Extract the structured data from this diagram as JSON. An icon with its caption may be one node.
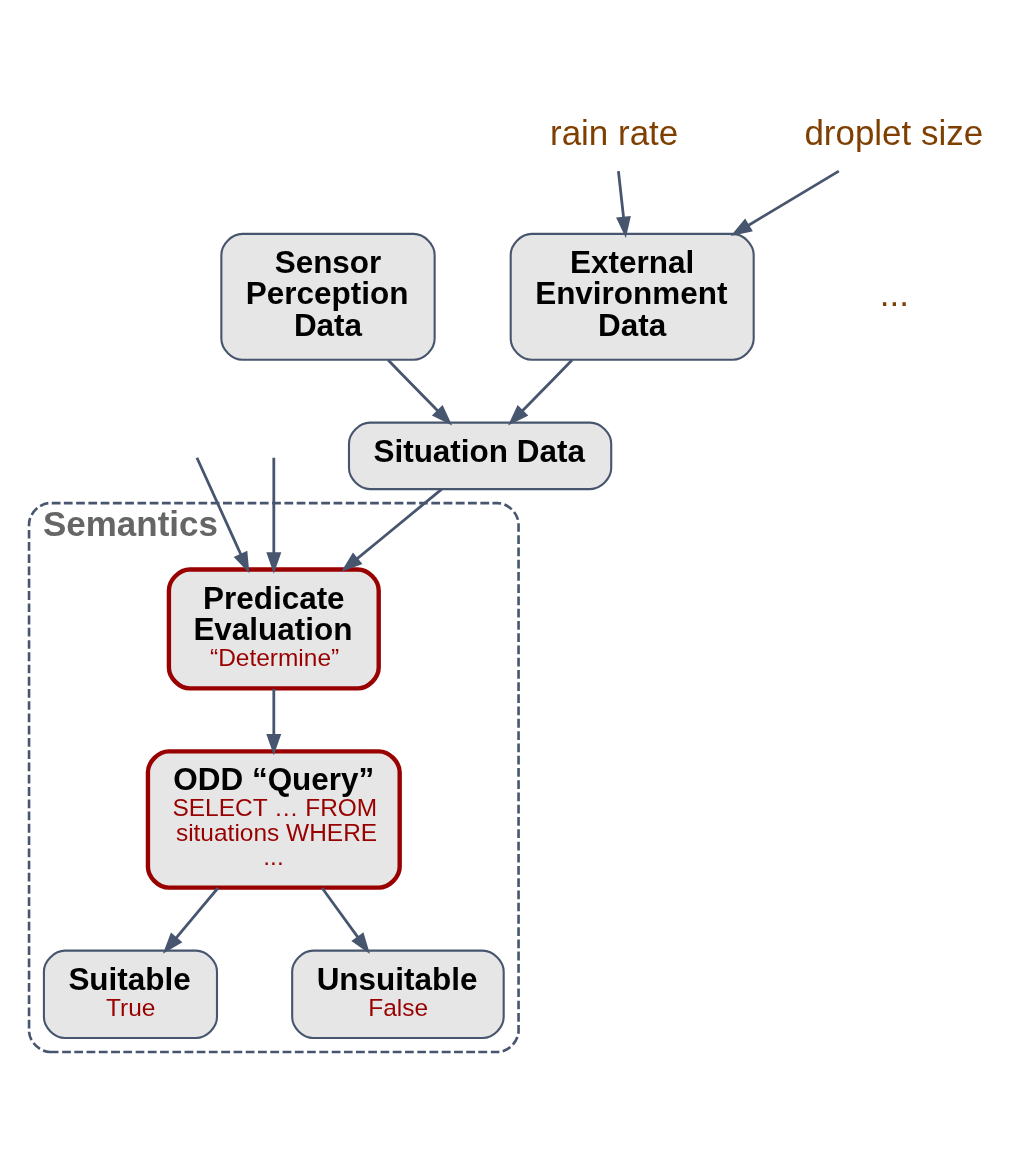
{
  "diagram": {
    "nodes": [
      {
        "text": [
          "External Environment Data"
        ]
      },
      {
        "text": [
          "Sensor Perception Data"
        ]
      },
      {
        "text": [
          "rain rate"
        ]
      },
      {
        "text": [
          "droplet size"
        ]
      },
      {
        "text": [
          "Situation Data"
        ]
      },
      {
        "text": [
          "Semantics"
        ]
      },
      {
        "text": [
          "Predicate Evaluation",
          "“Determine”"
        ],
        "in": 5
      },
      {
        "text": [
          "ODD “Query”",
          "SELECT … FROM situations WHERE ..."
        ],
        "in": 5
      },
      {
        "text": [
          "Suitable",
          "True"
        ],
        "in": 5
      },
      {
        "text": [
          "Unsuitable",
          "False"
        ],
        "in": 5
      }
    ],
    "edges": [
      {
        "from": 2,
        "to": 0,
        "arrow": "to"
      },
      {
        "from": 3,
        "to": 0,
        "arrow": "to"
      },
      {
        "from": 0,
        "to": 4,
        "arrow": "to"
      },
      {
        "from": 1,
        "to": 4,
        "arrow": "to"
      },
      {
        "from": 4,
        "to": 6,
        "arrow": "to"
      },
      {
        "from": null,
        "to": 6,
        "arrow": "to"
      },
      {
        "from": null,
        "to": 6,
        "arrow": "to"
      },
      {
        "from": 6,
        "to": 7,
        "arrow": "to"
      },
      {
        "from": 7,
        "to": 8,
        "arrow": "to"
      },
      {
        "from": 7,
        "to": 9,
        "arrow": "to"
      }
    ],
    "labels": [
      "..."
    ]
  }
}
